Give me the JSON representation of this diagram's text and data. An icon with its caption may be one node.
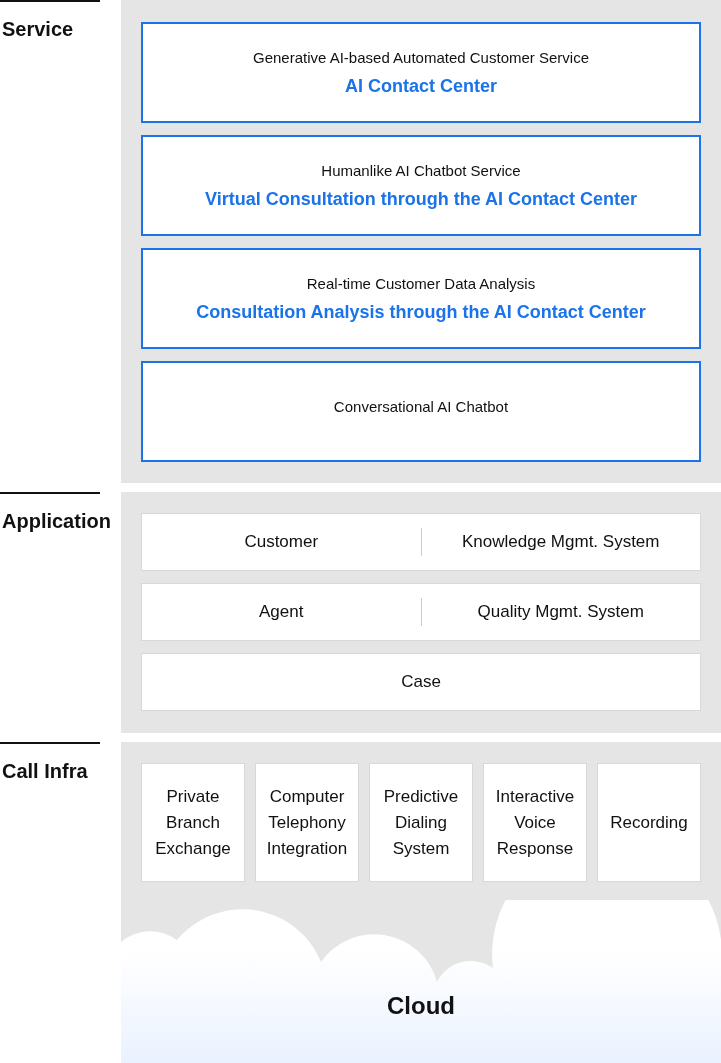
{
  "diagram": {
    "nodes": [
      {
        "text": [
          "Service"
        ]
      },
      {
        "text": [
          "Generative AI-based Automated Customer Service",
          "AI Contact Center"
        ],
        "in": 0
      },
      {
        "text": [
          "Humanlike AI Chatbot Service",
          "Virtual Consultation through the AI Contact Center"
        ],
        "in": 0
      },
      {
        "text": [
          "Real-time Customer Data Analysis",
          "Consultation Analysis through the AI Contact Center"
        ],
        "in": 0
      },
      {
        "text": [
          "Conversational AI Chatbot"
        ],
        "in": 0
      },
      {
        "text": [
          "Application"
        ]
      },
      {
        "text": [
          "Customer",
          "Knowledge Mgmt. System"
        ],
        "in": 5
      },
      {
        "text": [
          "Agent",
          "Quality Mgmt. System"
        ],
        "in": 5
      },
      {
        "text": [
          "Case"
        ],
        "in": 5
      },
      {
        "text": [
          "Call Infra"
        ]
      },
      {
        "text": [
          "Private Branch Exchange"
        ],
        "in": 9
      },
      {
        "text": [
          "Computer Telephony Integration"
        ],
        "in": 9
      },
      {
        "text": [
          "Predictive Dialing System"
        ],
        "in": 9
      },
      {
        "text": [
          "Interactive Voice Response"
        ],
        "in": 9
      },
      {
        "text": [
          "Recording"
        ],
        "in": 9
      },
      {
        "text": [
          "Cloud"
        ],
        "in": 9
      }
    ],
    "edges": []
  }
}
